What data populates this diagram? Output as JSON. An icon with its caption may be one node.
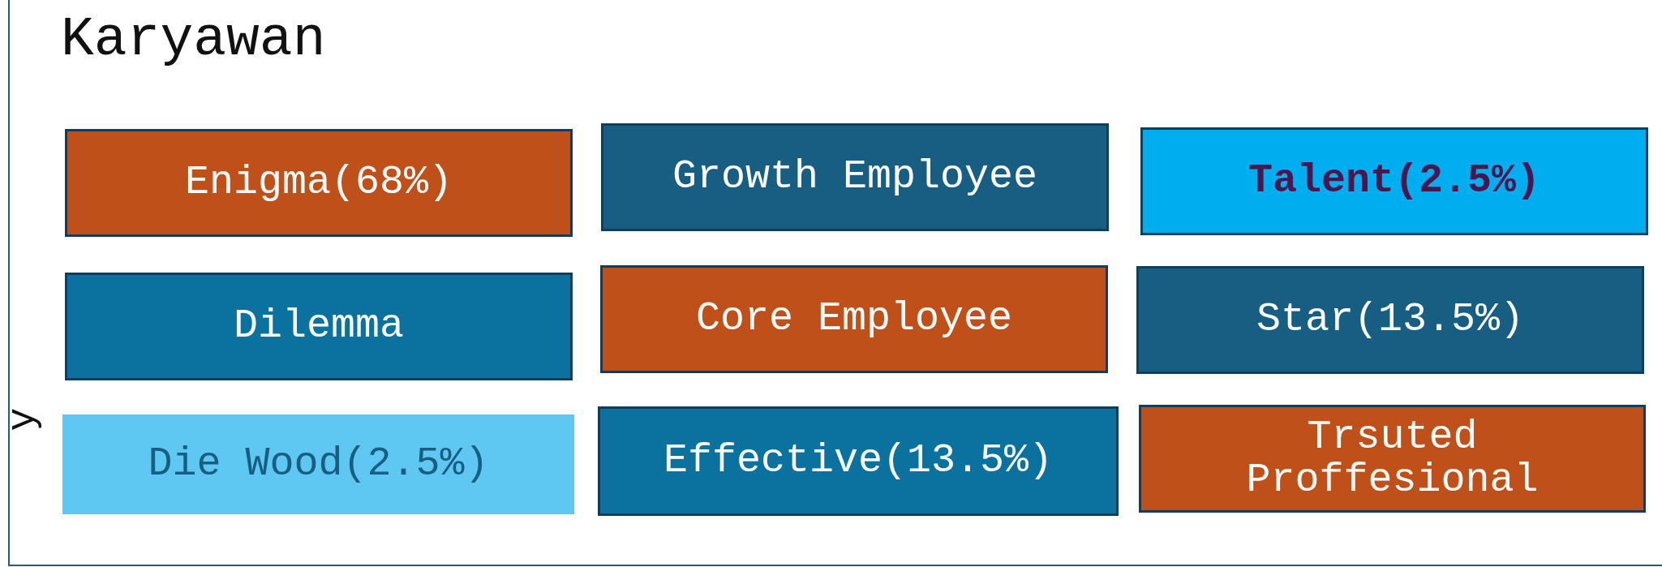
{
  "diagram": {
    "title": "Karyawan",
    "nodes": [
      {
        "text": [
          "Enigma(68%)"
        ]
      },
      {
        "text": [
          "Growth Employee"
        ]
      },
      {
        "text": [
          "Talent(2.5%)"
        ]
      },
      {
        "text": [
          "Dilemma"
        ]
      },
      {
        "text": [
          "Core Employee"
        ]
      },
      {
        "text": [
          "Star(13.5%)"
        ]
      },
      {
        "text": [
          "Die Wood(2.5%)"
        ]
      },
      {
        "text": [
          "Effective(13.5%)"
        ]
      },
      {
        "text": [
          "Trsuted Proffesional"
        ]
      }
    ],
    "labels": [
      "y"
    ]
  }
}
